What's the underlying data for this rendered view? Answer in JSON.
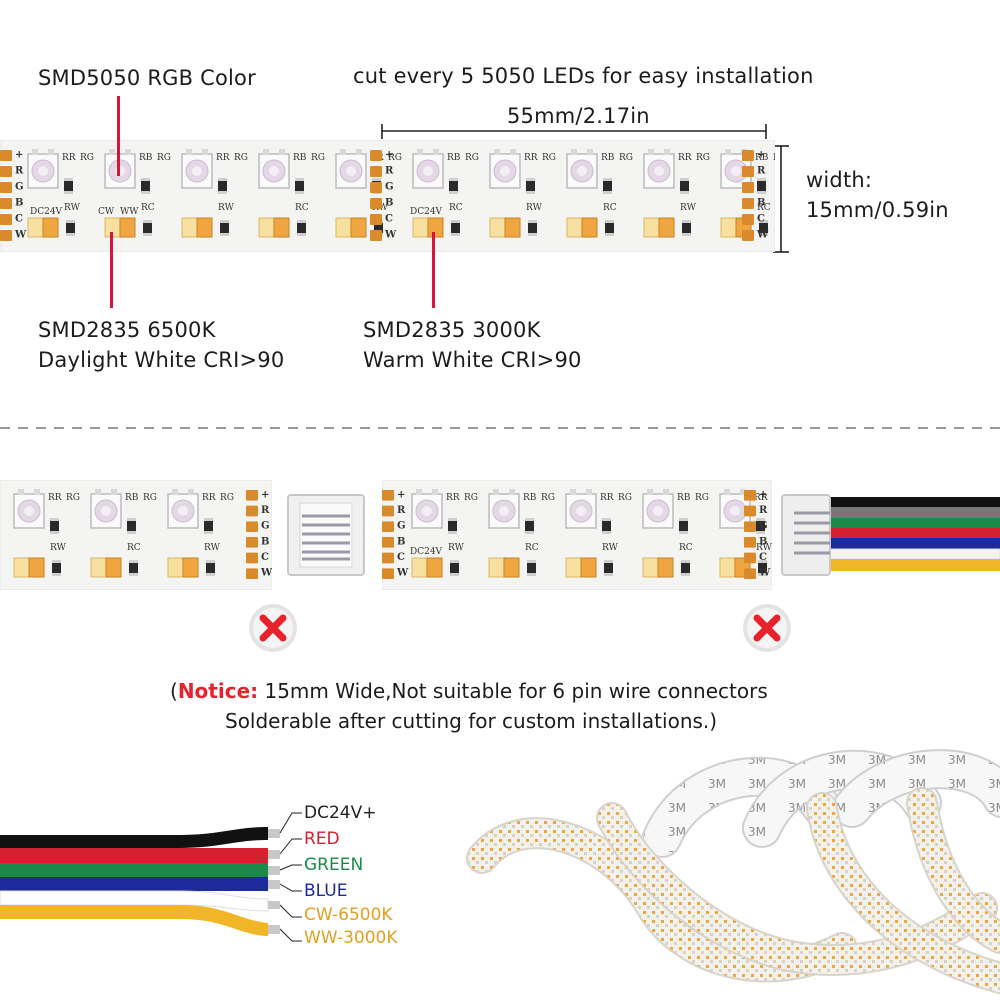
{
  "top_section": {
    "smd5050_label": "SMD5050 RGB Color",
    "cut_label": "cut every 5 5050 LEDs for easy installation",
    "segment_length": "55mm/2.17in",
    "width_label_1": "width:",
    "width_label_2": "15mm/0.59in",
    "cw_label_1": "SMD2835 6500K",
    "cw_label_2": "Daylight White  CRI>90",
    "ww_label_1": "SMD2835 3000K",
    "ww_label_2": "Warm White CRI>90"
  },
  "pcb_text": {
    "pads": [
      "+",
      "R",
      "G",
      "B",
      "C",
      "W"
    ],
    "voltage": "DC24V",
    "rr": "RR",
    "rg": "RG",
    "rb": "RB",
    "rc": "RC",
    "rw": "RW",
    "cw": "CW",
    "ww": "WW"
  },
  "notice": {
    "open_paren": "(",
    "keyword": "Notice:",
    "line1": " 15mm Wide,Not suitable for 6 pin wire connectors",
    "line2": "Solderable after cutting for custom installations.)"
  },
  "wires": [
    {
      "label": "DC24V+",
      "color": "#111111"
    },
    {
      "label": "RED",
      "color": "#d6202f"
    },
    {
      "label": "GREEN",
      "color": "#1a8a4a"
    },
    {
      "label": "BLUE",
      "color": "#1f2a9a"
    },
    {
      "label": "CW-6500K",
      "color": "#f1b528"
    },
    {
      "label": "WW-3000K",
      "color": "#f1b528"
    }
  ],
  "colors": {
    "pcb": "#f4f4f2",
    "pad": "#d98a2a",
    "cw_led": "#f7e0a0",
    "ww_led": "#f0a640",
    "callout": "#d4163d",
    "cross": "#e8222d"
  }
}
